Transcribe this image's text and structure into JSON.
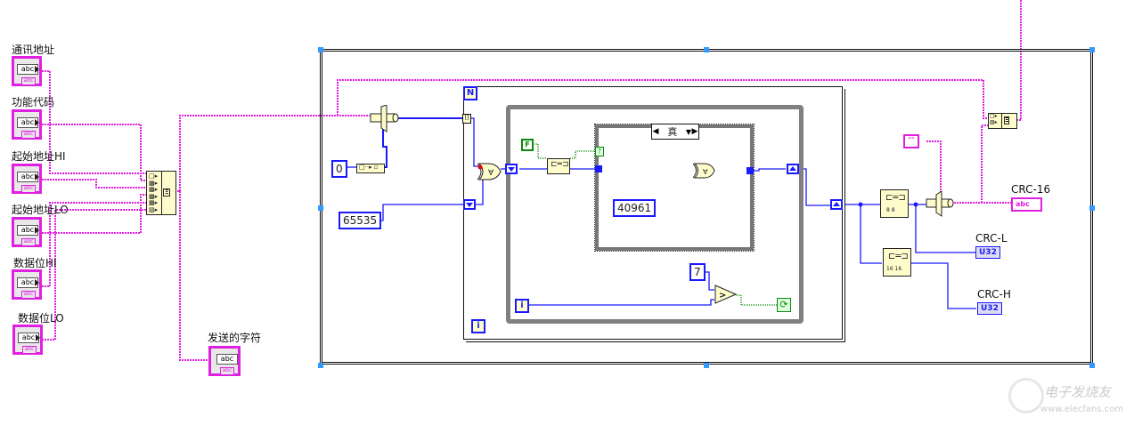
{
  "controls": [
    {
      "label": "通讯地址",
      "type": "abc"
    },
    {
      "label": "功能代码",
      "type": "abc"
    },
    {
      "label": "起始地址HI",
      "type": "abc"
    },
    {
      "label": "起始地址LO",
      "type": "abc"
    },
    {
      "label": "数据位HI",
      "type": "abc"
    },
    {
      "label": "数据位LO",
      "type": "abc"
    }
  ],
  "indicator_sent": {
    "label": "发送的字符",
    "type": "abc"
  },
  "constants": {
    "zero": "0",
    "init": "65535",
    "poly": "40961",
    "seven": "7",
    "false_bool": "F",
    "empty_string": "\"\""
  },
  "for_loop": {
    "count_terminal": "N",
    "iteration_terminal": "i"
  },
  "while_loop": {
    "iteration_terminal": "i"
  },
  "case_structure": {
    "selector": "真"
  },
  "outputs": [
    {
      "label": "CRC-16",
      "type": "abc"
    },
    {
      "label": "CRC-L",
      "type": "U32"
    },
    {
      "label": "CRC-H",
      "type": "U32"
    }
  ],
  "split_labels": {
    "s8": "8  8",
    "s16": "16 16"
  },
  "watermark": {
    "title": "电子发烧友",
    "url": "www.elecfans.com"
  },
  "colors": {
    "string_wire": "#e020e0",
    "numeric_wire": "#1a1aff",
    "bool_wire": "#0a8a0a",
    "structure": "#808080",
    "handle": "#3399ff"
  }
}
